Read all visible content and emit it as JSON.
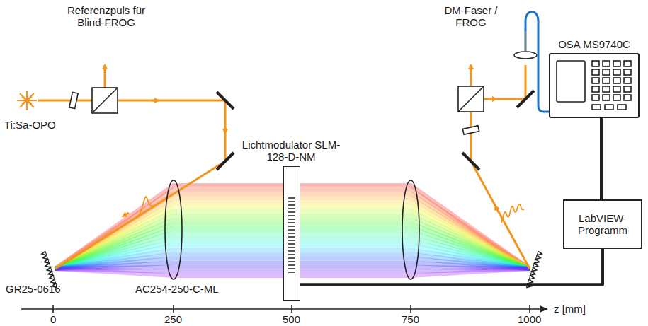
{
  "diagram": {
    "nodes": [
      {
        "text": [
          "OSA MS9740C"
        ]
      },
      {
        "text": [
          "LabVIEW-Programm"
        ]
      },
      {
        "text": [
          "Lichtmodulator SLM-128-D-NM"
        ]
      }
    ],
    "edges": [
      {
        "from": 0,
        "to": 1,
        "arrow": "none"
      },
      {
        "from": 1,
        "to": 2,
        "arrow": "none"
      }
    ],
    "labels": [
      "Referenzpuls für Blind-FROG",
      "DM-Faser / FROG",
      "Ti:Sa-OPO",
      "GR25-0616",
      "AC254-250-C-ML",
      "0",
      "250",
      "500",
      "750",
      "1000",
      "z [mm]"
    ]
  }
}
